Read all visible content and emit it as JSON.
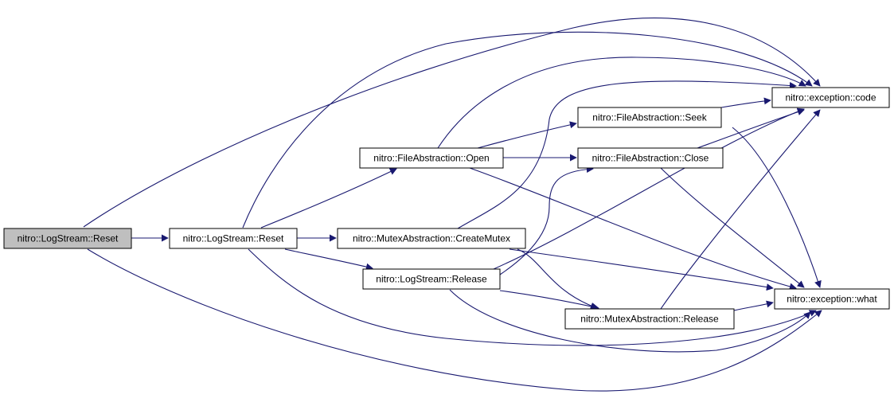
{
  "graph": {
    "nodes": [
      {
        "id": "n0",
        "label": "nitro::LogStream::Reset",
        "root": true
      },
      {
        "id": "n1",
        "label": "nitro::LogStream::Reset"
      },
      {
        "id": "n2",
        "label": "nitro::FileAbstraction::Open"
      },
      {
        "id": "n3",
        "label": "nitro::MutexAbstraction::CreateMutex"
      },
      {
        "id": "n4",
        "label": "nitro::LogStream::Release"
      },
      {
        "id": "n5",
        "label": "nitro::FileAbstraction::Seek"
      },
      {
        "id": "n6",
        "label": "nitro::FileAbstraction::Close"
      },
      {
        "id": "n7",
        "label": "nitro::MutexAbstraction::Release"
      },
      {
        "id": "n8",
        "label": "nitro::exception::code"
      },
      {
        "id": "n9",
        "label": "nitro::exception::what"
      }
    ],
    "edges": [
      {
        "from": "n0",
        "to": "n1"
      },
      {
        "from": "n0",
        "to": "n8"
      },
      {
        "from": "n0",
        "to": "n9"
      },
      {
        "from": "n1",
        "to": "n2"
      },
      {
        "from": "n1",
        "to": "n3"
      },
      {
        "from": "n1",
        "to": "n4"
      },
      {
        "from": "n1",
        "to": "n8"
      },
      {
        "from": "n1",
        "to": "n9"
      },
      {
        "from": "n2",
        "to": "n5"
      },
      {
        "from": "n2",
        "to": "n6"
      },
      {
        "from": "n2",
        "to": "n8"
      },
      {
        "from": "n2",
        "to": "n9"
      },
      {
        "from": "n3",
        "to": "n7"
      },
      {
        "from": "n3",
        "to": "n8"
      },
      {
        "from": "n3",
        "to": "n9"
      },
      {
        "from": "n4",
        "to": "n6"
      },
      {
        "from": "n4",
        "to": "n7"
      },
      {
        "from": "n4",
        "to": "n8"
      },
      {
        "from": "n4",
        "to": "n9"
      },
      {
        "from": "n5",
        "to": "n8"
      },
      {
        "from": "n5",
        "to": "n9"
      },
      {
        "from": "n6",
        "to": "n8"
      },
      {
        "from": "n6",
        "to": "n9"
      },
      {
        "from": "n7",
        "to": "n8"
      },
      {
        "from": "n7",
        "to": "n9"
      }
    ],
    "colors": {
      "edge": "#191970",
      "root_fill": "#bfbfbf",
      "node_fill": "#ffffff",
      "node_border": "#000000"
    }
  }
}
